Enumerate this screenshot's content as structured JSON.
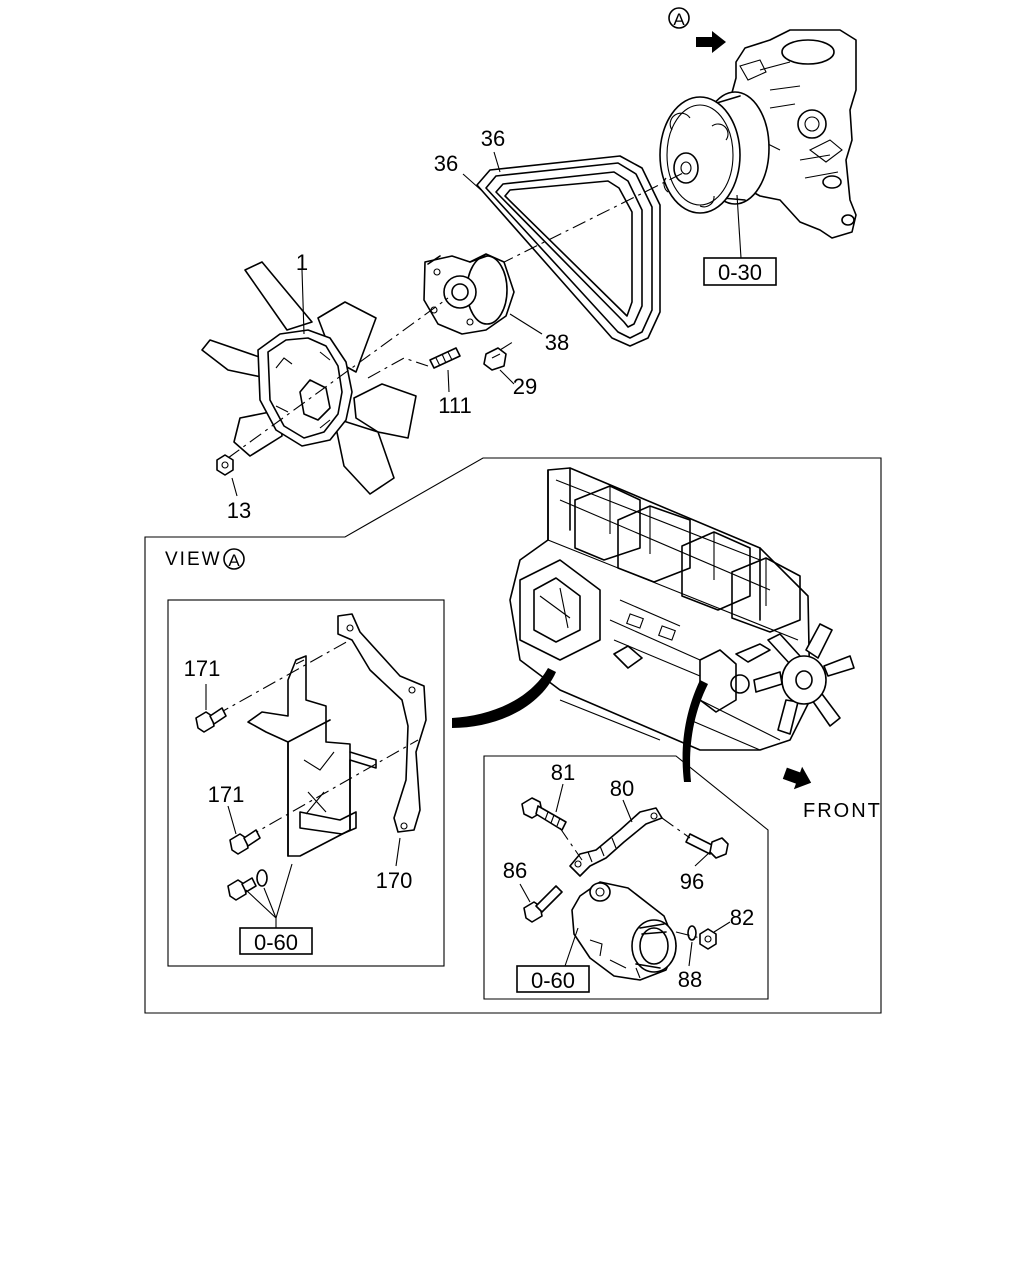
{
  "view_marker": {
    "letter": "A"
  },
  "view_label": {
    "text": "VIEW",
    "letter": "A"
  },
  "front_label": "FRONT",
  "upper_section": {
    "part_labels": {
      "fan": "1",
      "belt_outer": "36",
      "belt_inner": "36",
      "fan_pulley": "38",
      "bolt": "29",
      "stud": "111",
      "nut": "13"
    },
    "reference_box": "0-30"
  },
  "left_inset": {
    "part_labels": {
      "bolt_upper": "171",
      "bolt_lower": "171",
      "bracket_plate": "170"
    },
    "reference_box": "0-60"
  },
  "right_inset": {
    "part_labels": {
      "bolt_81": "81",
      "adjust_bar": "80",
      "bolt_86": "86",
      "bolt_96": "96",
      "nut_82": "82",
      "washer_88": "88"
    },
    "reference_box": "0-60"
  }
}
